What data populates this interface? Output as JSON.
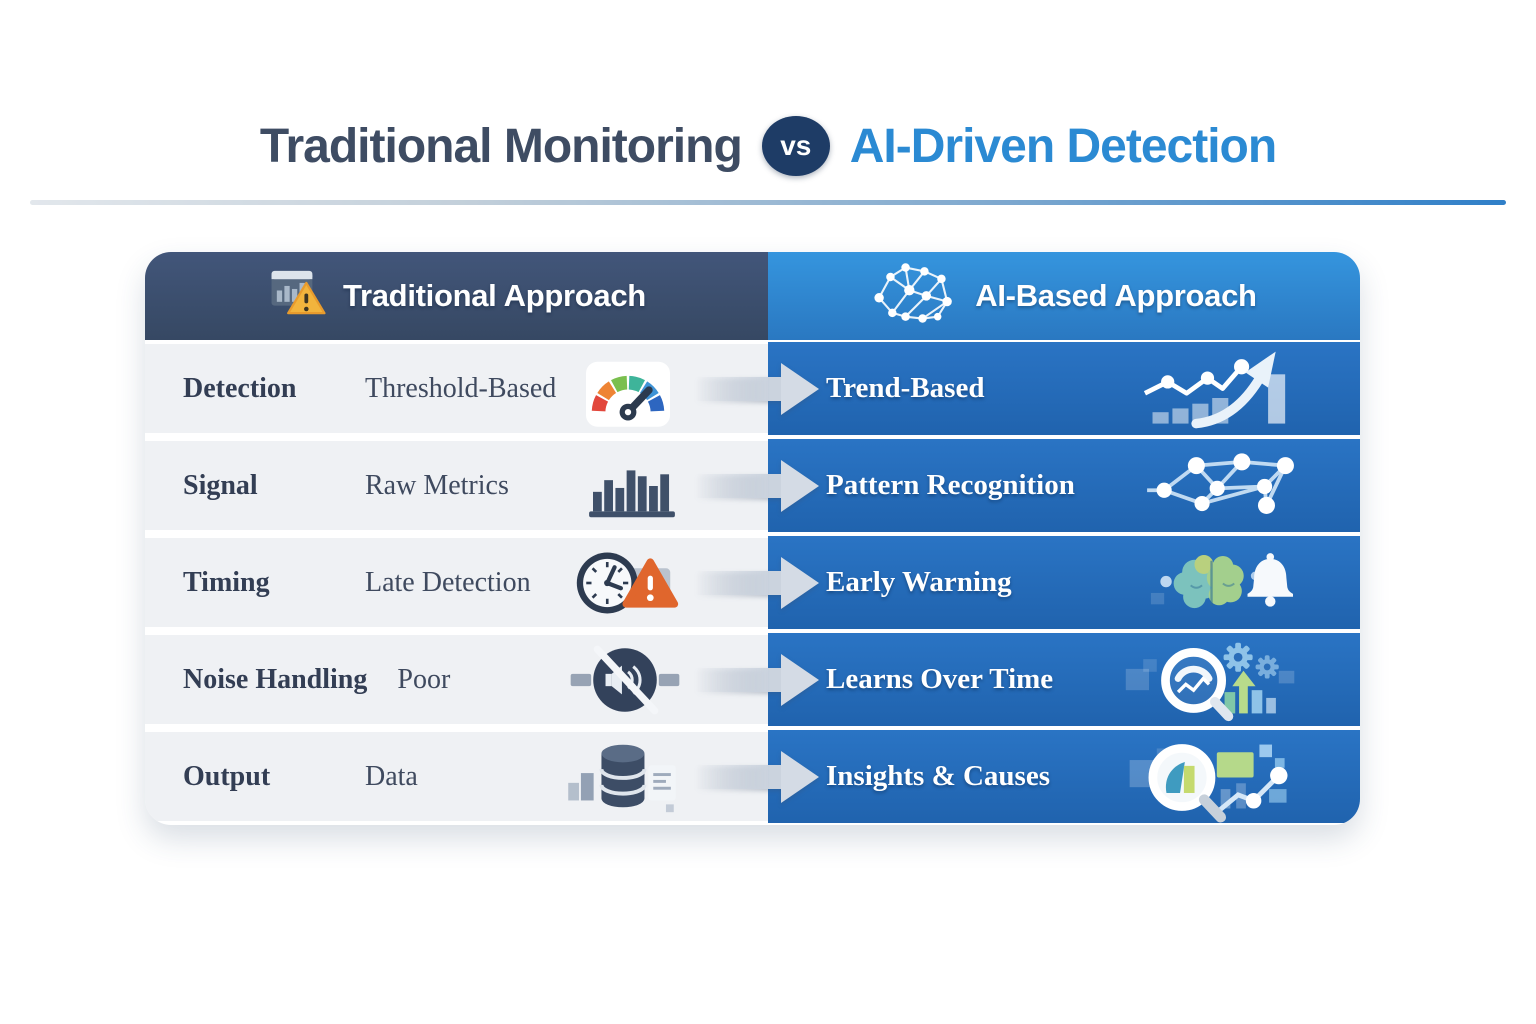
{
  "title": {
    "left": "Traditional Monitoring",
    "vs": "vs",
    "right": "AI-Driven Detection"
  },
  "table": {
    "left_header": {
      "label": "Traditional Approach",
      "icon": "dashboard-warning-icon"
    },
    "right_header": {
      "label": "AI-Based Approach",
      "icon": "neural-network-icon"
    },
    "rows": [
      {
        "label": "Detection",
        "traditional": "Threshold-Based",
        "traditional_icon": "gauge-icon",
        "ai": "Trend-Based",
        "ai_icon": "trend-growth-icon"
      },
      {
        "label": "Signal",
        "traditional": "Raw Metrics",
        "traditional_icon": "bar-chart-icon",
        "ai": "Pattern Recognition",
        "ai_icon": "network-graph-icon"
      },
      {
        "label": "Timing",
        "traditional": "Late Detection",
        "traditional_icon": "clock-warning-icon",
        "ai": "Early Warning",
        "ai_icon": "brain-bell-icon"
      },
      {
        "label": "Noise Handling",
        "traditional": "Poor",
        "traditional_icon": "noise-muted-icon",
        "ai": "Learns Over Time",
        "ai_icon": "magnifier-gears-icon"
      },
      {
        "label": "Output",
        "traditional": "Data",
        "traditional_icon": "database-icon",
        "ai": "Insights & Causes",
        "ai_icon": "magnifier-insights-icon"
      }
    ]
  },
  "colors": {
    "title_left": "#3e4c63",
    "title_right": "#2b8ad3",
    "vs_badge_bg": "#1e3c66",
    "traditional_header_bg": "#3a4d6d",
    "ai_header_bg": "#2f86d0",
    "traditional_row_bg": "#eff1f4",
    "ai_row_bg": "#2267b3",
    "warning_orange": "#e0662d",
    "warning_yellow": "#f2b43d"
  }
}
